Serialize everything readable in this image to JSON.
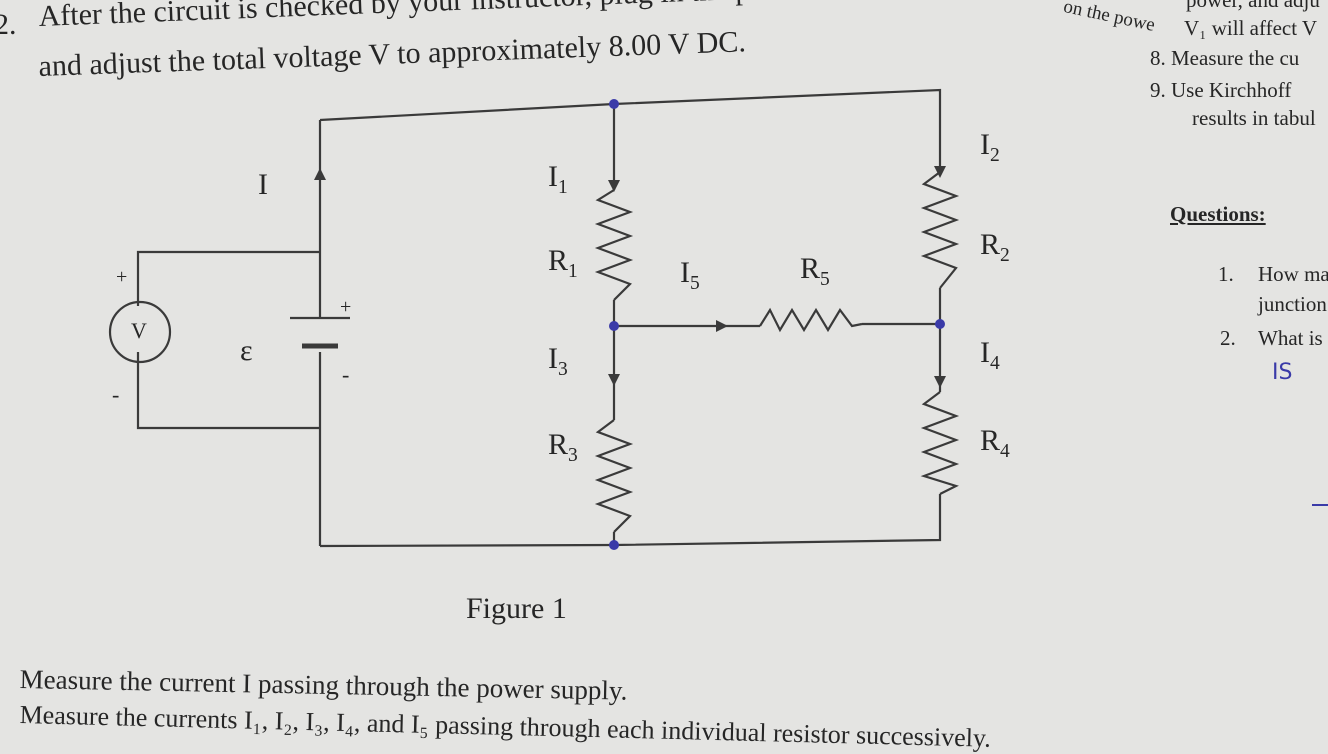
{
  "instructions": {
    "step_number": "2.",
    "line1": "After the circuit is checked by your instructor, plug in the p",
    "line2": "and adjust the total voltage V to approximately 8.00 V DC.",
    "top_fragment": "on the powe"
  },
  "side_panel": {
    "line_top": "power, and adju",
    "v1_line": "V₁ will affect V",
    "step8": "8.  Measure the cu",
    "step9": "9.  Use Kirchhoff",
    "step9_cont": "results in tabul",
    "questions_heading": "Questions:",
    "q1_num": "1.",
    "q1_line1": "How ma",
    "q1_line2": "junction",
    "q2_num": "2.",
    "q2": "What is",
    "handwritten": "IS"
  },
  "figure": {
    "caption": "Figure 1",
    "labels": {
      "current_total": "I",
      "current_1": "I",
      "current_1_sub": "1",
      "current_2": "I",
      "current_2_sub": "2",
      "current_3": "I",
      "current_3_sub": "3",
      "current_4": "I",
      "current_4_sub": "4",
      "current_5": "I",
      "current_5_sub": "5",
      "resistor_1": "R",
      "resistor_1_sub": "1",
      "resistor_2": "R",
      "resistor_2_sub": "2",
      "resistor_3": "R",
      "resistor_3_sub": "3",
      "resistor_4": "R",
      "resistor_4_sub": "4",
      "resistor_5": "R",
      "resistor_5_sub": "5",
      "emf": "ε",
      "voltmeter": "V",
      "voltmeter_plus": "+",
      "voltmeter_minus": "-",
      "battery_plus": "+",
      "battery_minus": "-"
    }
  },
  "bottom": {
    "line1": "Measure the current I passing through the power supply.",
    "line2": "Measure the currents I₁, I₂, I₃, I₄, and I₅ passing through each individual resistor successively."
  }
}
